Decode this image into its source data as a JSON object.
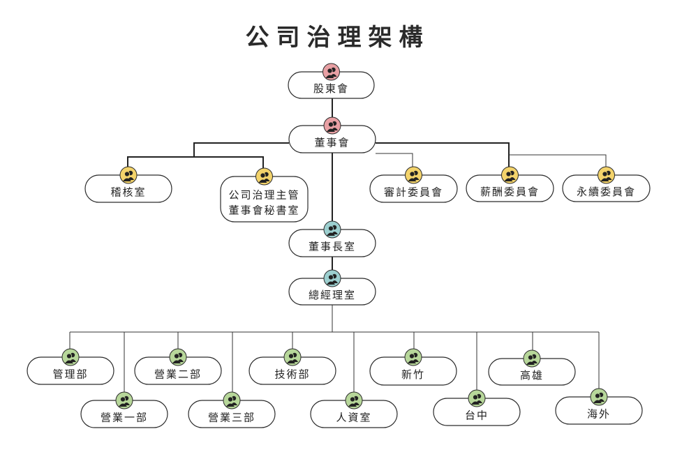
{
  "title": "公司治理架構",
  "colors": {
    "pink": "#e8a0a4",
    "yellow": "#f3d36b",
    "teal": "#9ccfcf",
    "green": "#b7d79a"
  },
  "nodes": [
    {
      "id": "shareholders",
      "icon": "person-icon",
      "color": "pink",
      "lines": [
        "股東會"
      ]
    },
    {
      "id": "board",
      "icon": "person-icon",
      "color": "pink",
      "lines": [
        "董事會"
      ]
    },
    {
      "id": "audit-office",
      "icon": "person-icon",
      "color": "yellow",
      "lines": [
        "稽核室"
      ]
    },
    {
      "id": "governance",
      "icon": "person-icon",
      "color": "yellow",
      "lines": [
        "公司治理主管",
        "董事會秘書室"
      ]
    },
    {
      "id": "audit-committee",
      "icon": "person-icon",
      "color": "yellow",
      "lines": [
        "審計委員會"
      ]
    },
    {
      "id": "remuneration",
      "icon": "person-icon",
      "color": "yellow",
      "lines": [
        "薪酬委員會"
      ]
    },
    {
      "id": "sustainability",
      "icon": "person-icon",
      "color": "yellow",
      "lines": [
        "永續委員會"
      ]
    },
    {
      "id": "chairman",
      "icon": "person-icon",
      "color": "teal",
      "lines": [
        "董事長室"
      ]
    },
    {
      "id": "gm",
      "icon": "person-icon",
      "color": "teal",
      "lines": [
        "總經理室"
      ]
    },
    {
      "id": "management",
      "icon": "person-icon",
      "color": "green",
      "lines": [
        "管理部"
      ]
    },
    {
      "id": "sales1",
      "icon": "person-icon",
      "color": "green",
      "lines": [
        "營業一部"
      ]
    },
    {
      "id": "sales2",
      "icon": "person-icon",
      "color": "green",
      "lines": [
        "營業二部"
      ]
    },
    {
      "id": "sales3",
      "icon": "person-icon",
      "color": "green",
      "lines": [
        "營業三部"
      ]
    },
    {
      "id": "tech",
      "icon": "person-icon",
      "color": "green",
      "lines": [
        "技術部"
      ]
    },
    {
      "id": "hr",
      "icon": "person-icon",
      "color": "green",
      "lines": [
        "人資室"
      ]
    },
    {
      "id": "hsinchu",
      "icon": "person-icon",
      "color": "green",
      "lines": [
        "新竹"
      ]
    },
    {
      "id": "taichung",
      "icon": "person-icon",
      "color": "green",
      "lines": [
        "台中"
      ]
    },
    {
      "id": "kaohsiung",
      "icon": "person-icon",
      "color": "green",
      "lines": [
        "高雄"
      ]
    },
    {
      "id": "overseas",
      "icon": "person-icon",
      "color": "green",
      "lines": [
        "海外"
      ]
    }
  ]
}
